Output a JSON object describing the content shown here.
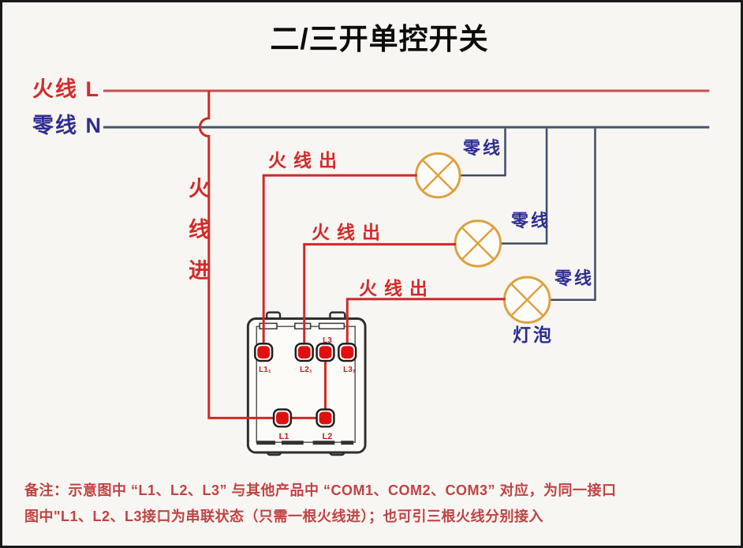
{
  "title": "二/三开单控开关",
  "power_lines": {
    "live": {
      "label": "火线",
      "letter": "L"
    },
    "neutral": {
      "label": "零线",
      "letter": "N"
    }
  },
  "labels": {
    "live_in": "火线进",
    "live_out": "火线出",
    "neutral_branch": "零线",
    "bulb": "灯泡"
  },
  "switch_box": {
    "top_terminals": [
      "L1₁",
      "L2₁",
      "L3₁"
    ],
    "com_terminal_top": "L3",
    "bottom_terminals": [
      "L1",
      "L2"
    ]
  },
  "note": {
    "line1": "备注：示意图中 “L1、L2、L3” 与其他产品中 “COM1、COM2、COM3” 对应，为同一接口",
    "line2": "图中\"L1、L2、L3接口为串联状态（只需一根火线进）；也可引三根火线分别接入"
  },
  "colors": {
    "live_line": "#c94f4f",
    "neutral_line": "#45556f",
    "branch_red": "#d02828",
    "lamp_orange": "#dda13f",
    "terminal_red": "#e01010",
    "label_red": "#d42a2a",
    "label_navy": "#2d2d90",
    "note_red": "#bf4343",
    "box_outline": "#2e2e2e",
    "background": "#f8f6f2"
  }
}
